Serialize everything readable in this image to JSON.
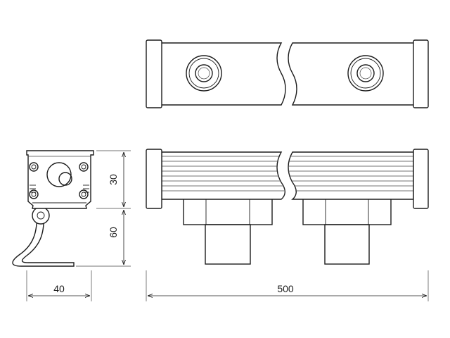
{
  "dimensions": {
    "side_width": "40",
    "total_length": "500",
    "head_height": "30",
    "bracket_height": "60"
  }
}
